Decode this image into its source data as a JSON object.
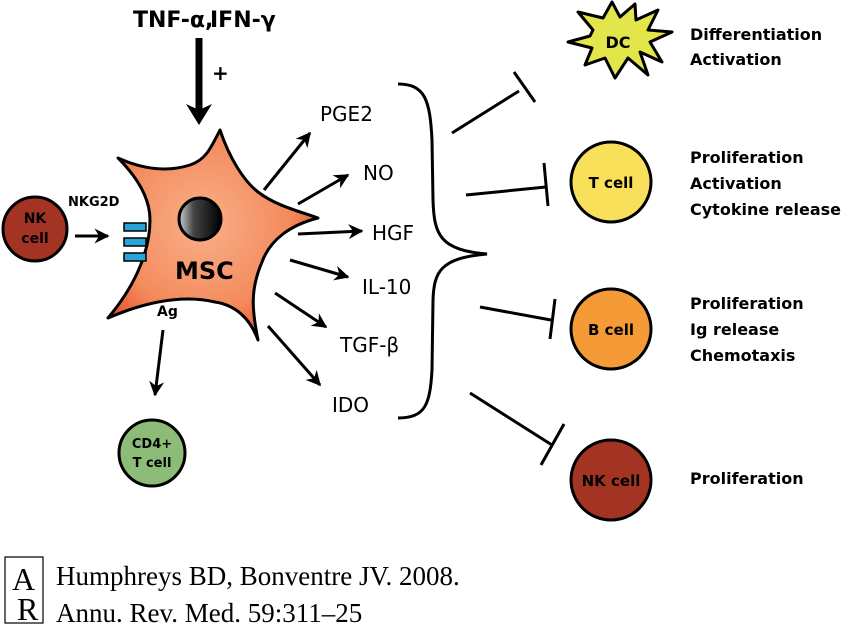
{
  "stimulus": {
    "label_tnf": "TNF-α,",
    "label_ifn": "IFN-γ",
    "sign": "+"
  },
  "msc": {
    "label": "MSC",
    "antigen_label": "Ag",
    "color": "#f4875a"
  },
  "nk_left": {
    "line1": "NK",
    "line2": "cell",
    "receptor_label": "NKG2D",
    "color": "#a33424",
    "receptor_color": "#29a3d8"
  },
  "cd4": {
    "line1": "CD4+",
    "line2": "T cell",
    "color": "#8dbb78"
  },
  "factors": [
    "PGE2",
    "NO",
    "HGF",
    "IL-10",
    "TGF-β",
    "IDO"
  ],
  "targets": [
    {
      "name": "DC",
      "color": "#e2e64a",
      "effects": [
        "Differentiation",
        "Activation"
      ]
    },
    {
      "name": "T cell",
      "color": "#f9e05a",
      "effects": [
        "Proliferation",
        "Activation",
        "Cytokine release"
      ]
    },
    {
      "name": "B cell",
      "color": "#f49a36",
      "effects": [
        "Proliferation",
        "Ig release",
        "Chemotaxis"
      ]
    },
    {
      "name": "NK cell",
      "color": "#a33424",
      "effects": [
        "Proliferation"
      ]
    }
  ],
  "citation": {
    "logo_letters": [
      "A",
      "R"
    ],
    "line1": "Humphreys BD, Bonventre JV. 2008.",
    "line2": "Annu. Rev. Med. 59:311–25"
  }
}
